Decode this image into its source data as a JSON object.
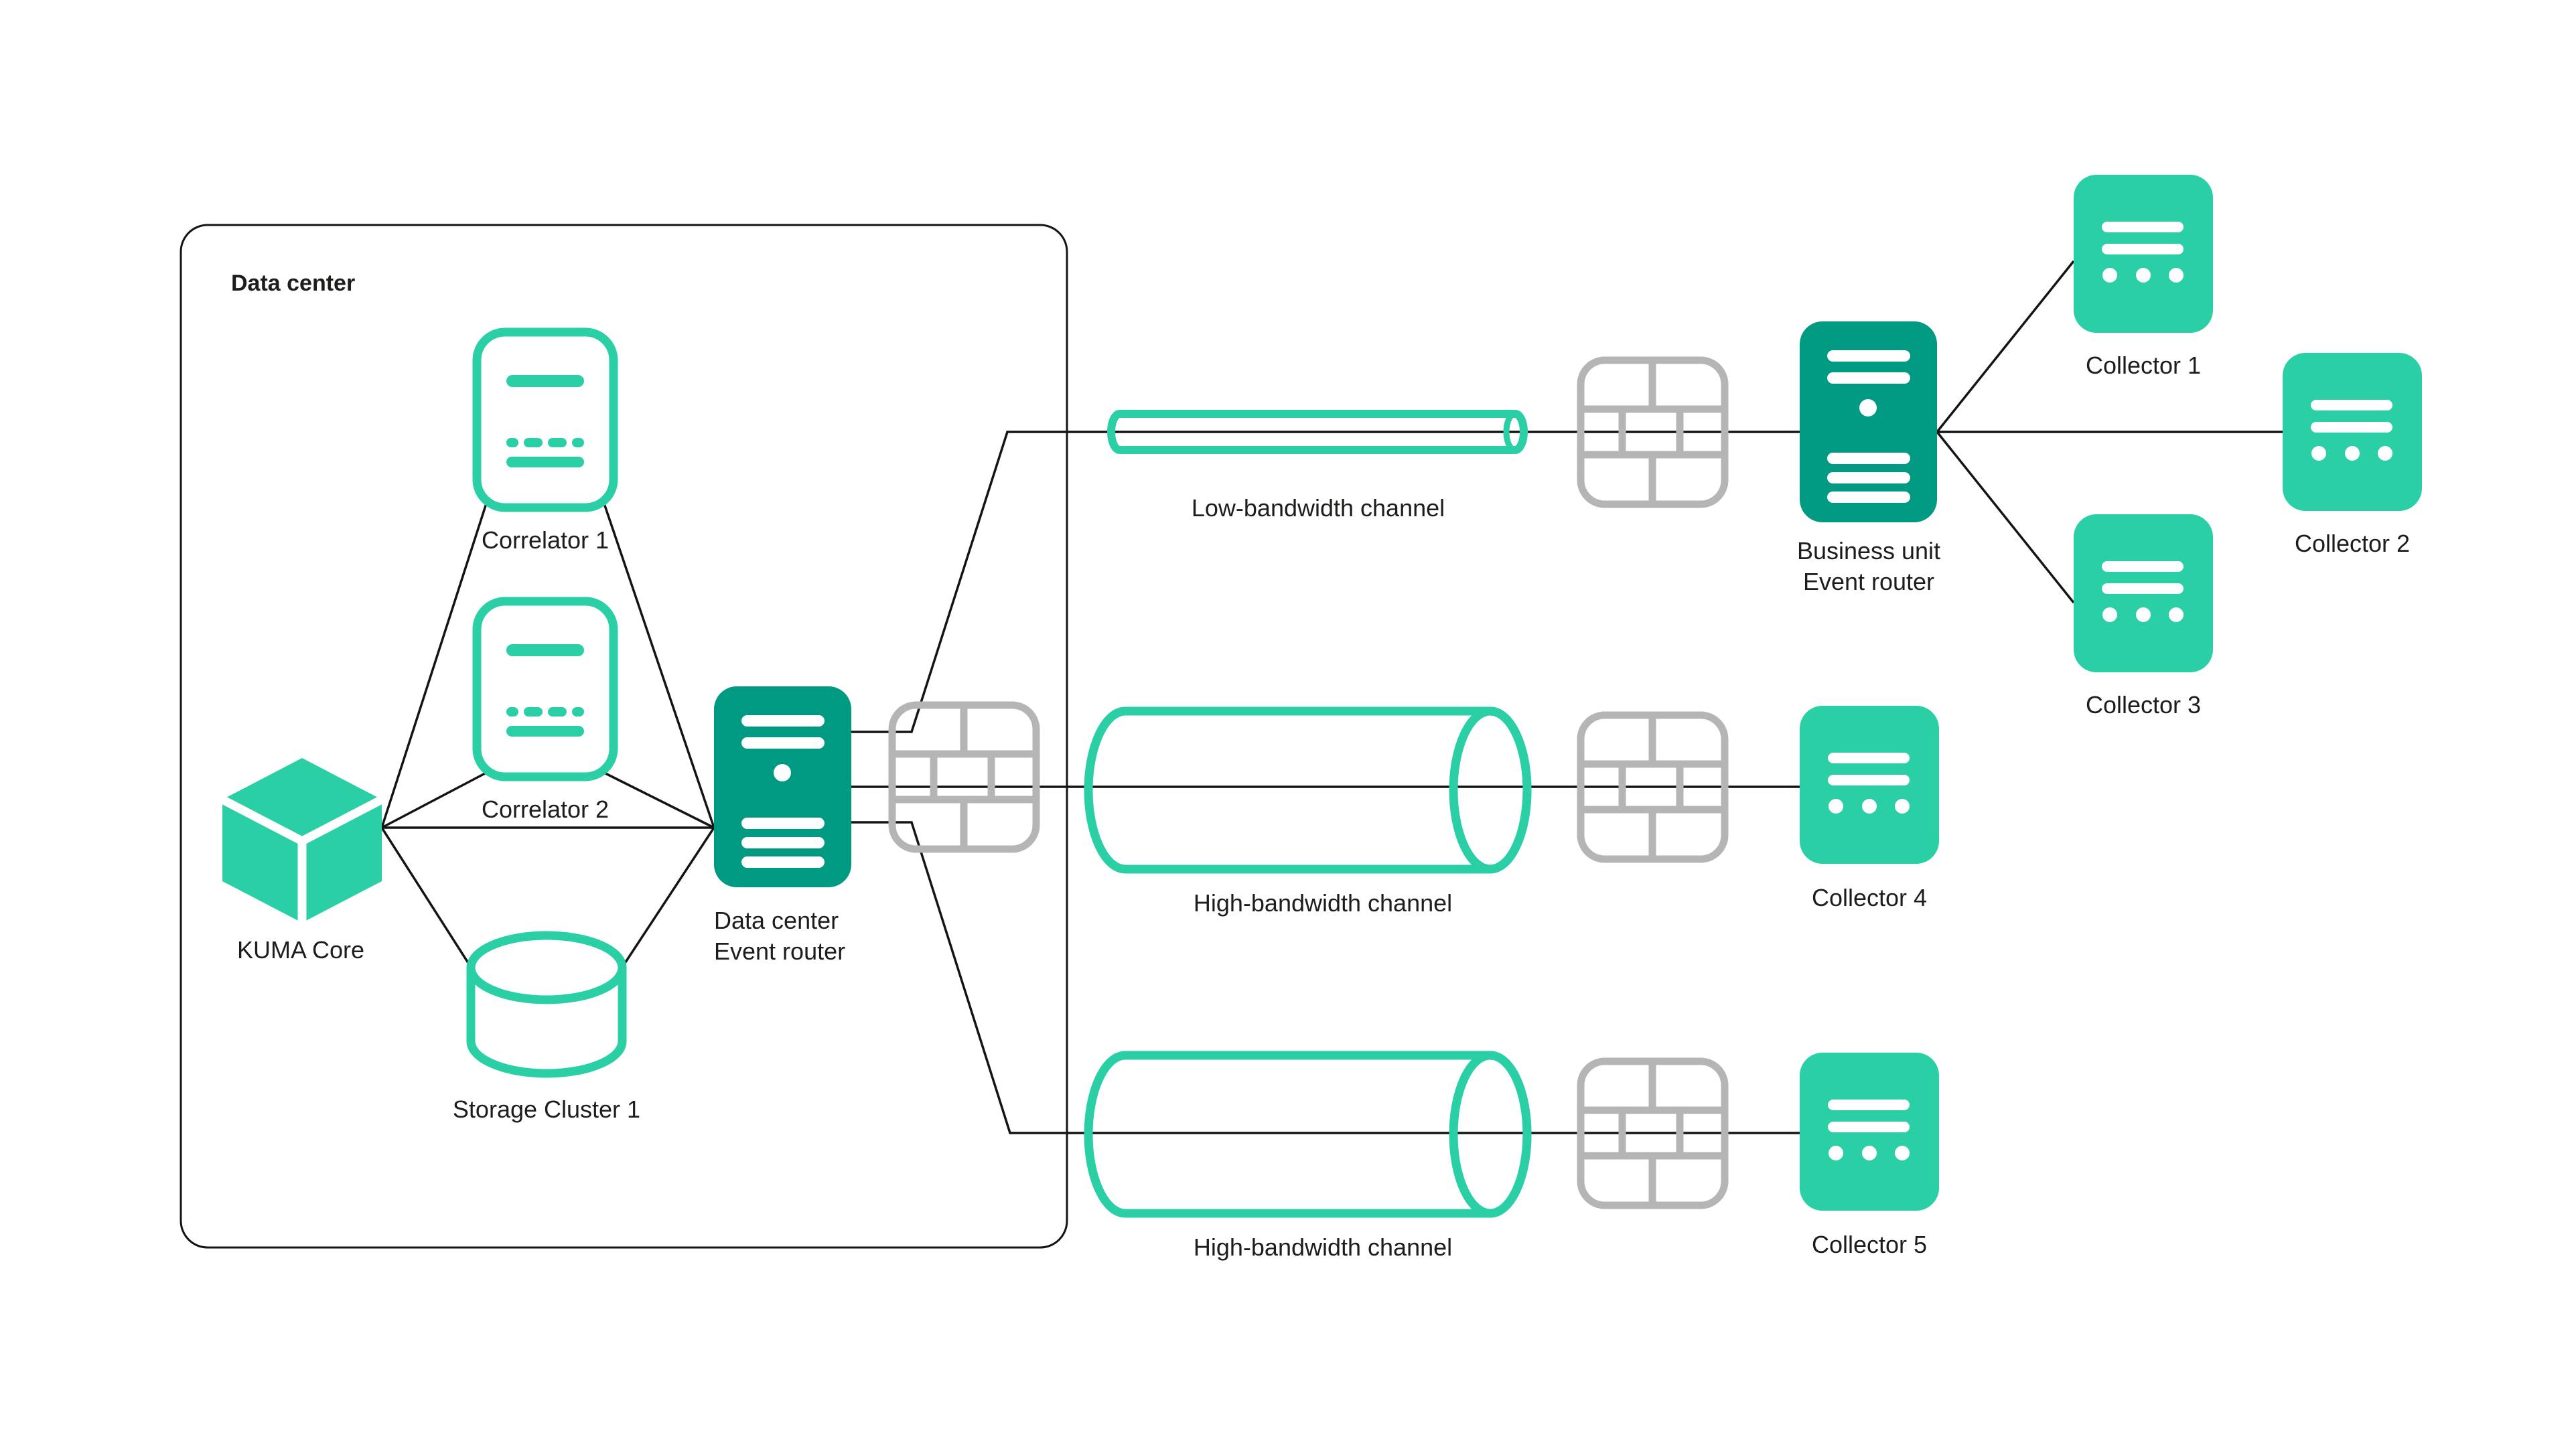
{
  "colors": {
    "accent_teal_light": "#2bcfa5",
    "accent_teal_dark": "#009981",
    "firewall_gray": "#b5b5b5",
    "line_black": "#141414",
    "text": "#1d1d1b",
    "background": "#ffffff"
  },
  "group": {
    "title": "Data center"
  },
  "nodes": {
    "kuma": {
      "label": "KUMA Core",
      "icon": "cube-icon"
    },
    "correlator1": {
      "label": "Correlator 1",
      "icon": "correlator-document-icon"
    },
    "correlator2": {
      "label": "Correlator 2",
      "icon": "correlator-document-icon"
    },
    "storage": {
      "label": "Storage Cluster 1",
      "icon": "database-cylinder-icon"
    },
    "dc_router": {
      "line1": "Data center",
      "line2": "Event router",
      "icon": "server-tower-icon"
    },
    "bu_router": {
      "line1": "Business unit",
      "line2": "Event router",
      "icon": "server-tower-icon"
    },
    "collector1": {
      "label": "Collector 1",
      "icon": "collector-card-icon"
    },
    "collector2": {
      "label": "Collector 2",
      "icon": "collector-card-icon"
    },
    "collector3": {
      "label": "Collector 3",
      "icon": "collector-card-icon"
    },
    "collector4": {
      "label": "Collector 4",
      "icon": "collector-card-icon"
    },
    "collector5": {
      "label": "Collector 5",
      "icon": "collector-card-icon"
    }
  },
  "channels": {
    "low": {
      "label": "Low-bandwidth channel",
      "icon": "thin-pipe-icon"
    },
    "high_mid": {
      "label": "High-bandwidth channel",
      "icon": "wide-pipe-icon"
    },
    "high_bottom": {
      "label": "High-bandwidth channel",
      "icon": "wide-pipe-icon"
    }
  },
  "firewalls": {
    "count": 4,
    "icon": "brick-wall-firewall-icon"
  },
  "connections": [
    {
      "from": "KUMA Core",
      "to": "Correlator 1"
    },
    {
      "from": "KUMA Core",
      "to": "Correlator 2"
    },
    {
      "from": "KUMA Core",
      "to": "Storage Cluster 1"
    },
    {
      "from": "KUMA Core",
      "to": "Data center Event router"
    },
    {
      "from": "Correlator 1",
      "to": "Data center Event router"
    },
    {
      "from": "Correlator 2",
      "to": "Data center Event router"
    },
    {
      "from": "Storage Cluster 1",
      "to": "Data center Event router"
    },
    {
      "from": "Data center Event router",
      "to": "Business unit Event router",
      "via": [
        "Low-bandwidth channel",
        "firewall"
      ]
    },
    {
      "from": "Data center Event router",
      "to": "Collector 4",
      "via": [
        "firewall",
        "High-bandwidth channel",
        "firewall"
      ]
    },
    {
      "from": "Data center Event router",
      "to": "Collector 5",
      "via": [
        "firewall",
        "High-bandwidth channel",
        "firewall"
      ]
    },
    {
      "from": "Business unit Event router",
      "to": "Collector 1"
    },
    {
      "from": "Business unit Event router",
      "to": "Collector 2"
    },
    {
      "from": "Business unit Event router",
      "to": "Collector 3"
    }
  ]
}
